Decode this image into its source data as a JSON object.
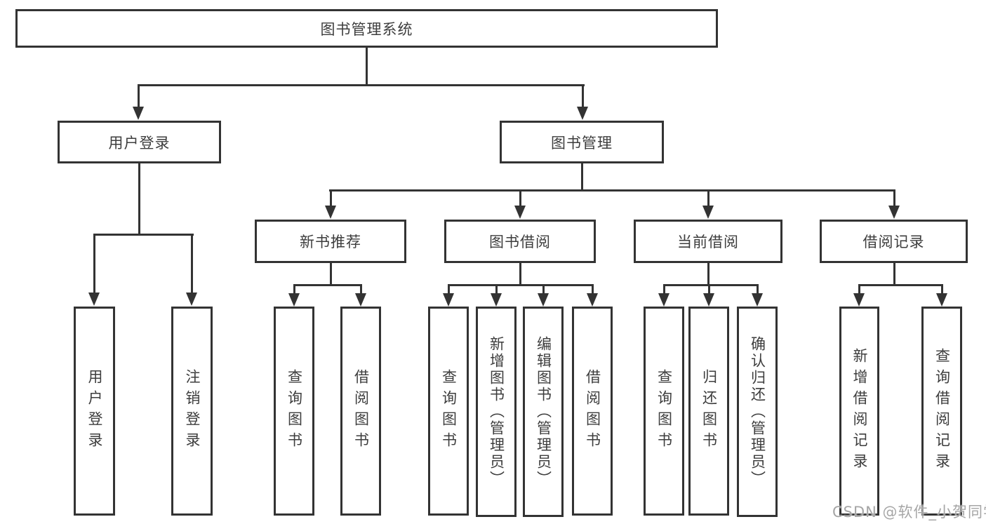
{
  "diagram_type": "tree-functional-structure",
  "style": {
    "line_color": "#333333",
    "text_color": "#3d3d3d",
    "box_background": "#ffffff",
    "watermark_color": "#a6a6a6"
  },
  "tree": {
    "root": "图书管理系统",
    "branches": [
      {
        "label": "用户登录",
        "children": [
          "用户登录",
          "注销登录"
        ]
      },
      {
        "label": "图书管理",
        "sections": [
          {
            "label": "新书推荐",
            "children": [
              "查询图书",
              "借阅图书"
            ]
          },
          {
            "label": "图书借阅",
            "children": [
              "查询图书",
              "新增图书（管理员）",
              "编辑图书（管理员）",
              "借阅图书"
            ]
          },
          {
            "label": "当前借阅",
            "children": [
              "查询图书",
              "归还图书",
              "确认归还（管理员）"
            ]
          },
          {
            "label": "借阅记录",
            "children": [
              "新增借阅记录",
              "查询借阅记录"
            ]
          }
        ]
      }
    ]
  },
  "watermark": "CSDN @软件_小贺同学"
}
